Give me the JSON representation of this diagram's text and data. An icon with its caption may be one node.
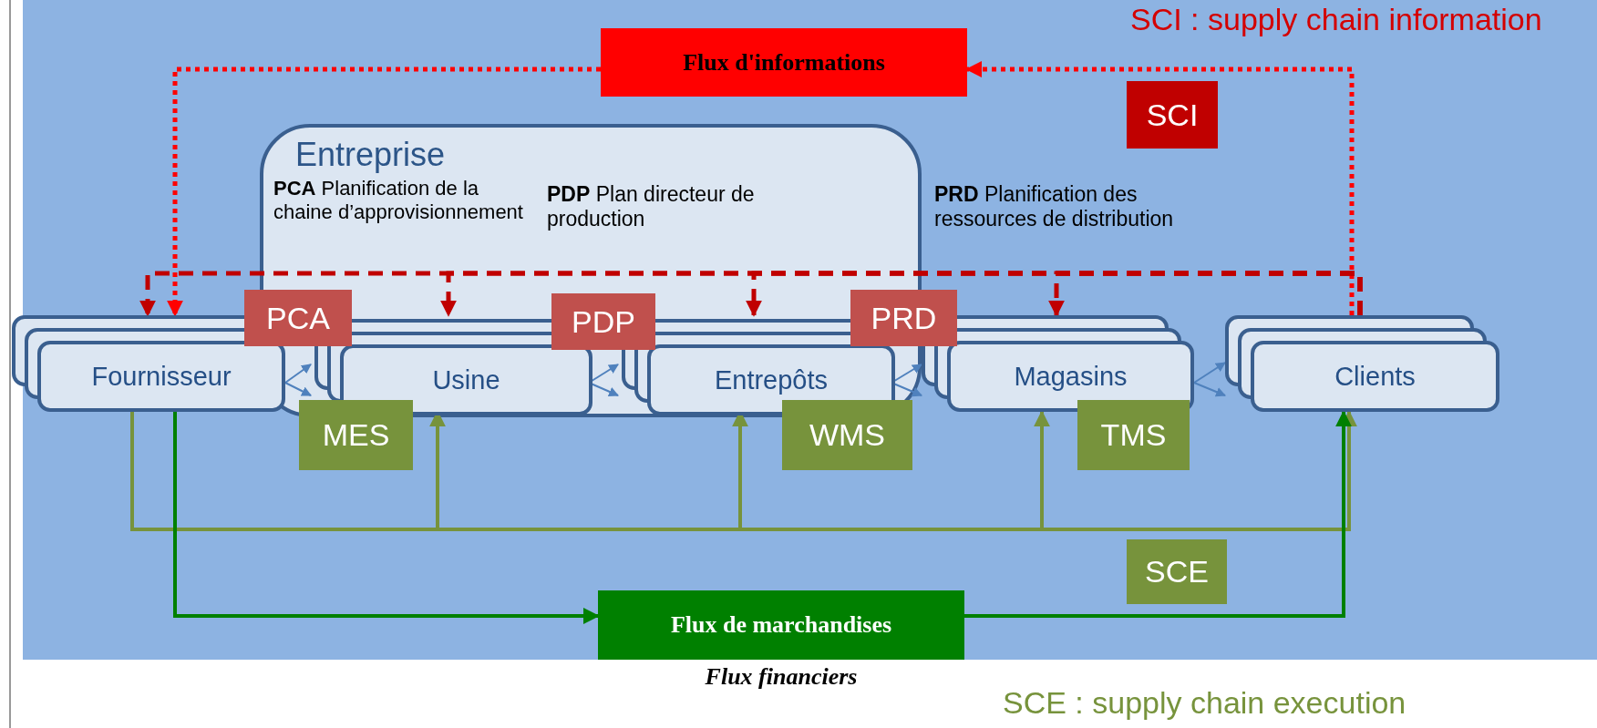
{
  "diagram": {
    "nodes": [
      {
        "text": [
          "Flux d'informations"
        ]
      },
      {
        "text": [
          "SCI"
        ]
      },
      {
        "text": [
          "Entreprise"
        ]
      },
      {
        "text": [
          "Fournisseur"
        ]
      },
      {
        "text": [
          "Usine"
        ],
        "in": 2
      },
      {
        "text": [
          "Entrepôts"
        ],
        "in": 2
      },
      {
        "text": [
          "Magasins"
        ]
      },
      {
        "text": [
          "Clients"
        ]
      },
      {
        "text": [
          "PCA"
        ]
      },
      {
        "text": [
          "PDP"
        ],
        "in": 2
      },
      {
        "text": [
          "PRD"
        ]
      },
      {
        "text": [
          "MES"
        ]
      },
      {
        "text": [
          "WMS"
        ]
      },
      {
        "text": [
          "TMS"
        ]
      },
      {
        "text": [
          "SCE"
        ]
      },
      {
        "text": [
          "Flux de marchandises"
        ],
        "beside": [
          "Flux financiers"
        ]
      }
    ],
    "edges": [
      {
        "from": 7,
        "to": 0,
        "arrow": "to",
        "style": "dashed",
        "color": "#ff0000"
      },
      {
        "from": 0,
        "to": 3,
        "arrow": "to",
        "style": "dashed",
        "color": "#ff0000"
      },
      {
        "from": 7,
        "to": 3,
        "arrow": "to",
        "style": "dashed",
        "color": "#c00000"
      },
      {
        "from": 7,
        "to": 4,
        "arrow": "to",
        "style": "dashed",
        "color": "#c00000"
      },
      {
        "from": 7,
        "to": 5,
        "arrow": "to",
        "style": "dashed",
        "color": "#c00000"
      },
      {
        "from": 7,
        "to": 6,
        "arrow": "to",
        "style": "dashed",
        "color": "#c00000"
      },
      {
        "from": 3,
        "to": 4,
        "arrow": "to",
        "color": "#77933c"
      },
      {
        "from": 3,
        "to": 5,
        "arrow": "to",
        "color": "#77933c"
      },
      {
        "from": 3,
        "to": 6,
        "arrow": "to",
        "color": "#77933c"
      },
      {
        "from": 3,
        "to": 7,
        "arrow": "to",
        "color": "#77933c"
      },
      {
        "from": 3,
        "to": 15,
        "arrow": "to",
        "color": "#008000"
      },
      {
        "from": 15,
        "to": 7,
        "arrow": "to",
        "color": "#008000"
      },
      {
        "from": 3,
        "to": 4,
        "arrow": "to",
        "color": "#4f81bd"
      },
      {
        "from": 4,
        "to": 5,
        "arrow": "to",
        "color": "#4f81bd"
      },
      {
        "from": 5,
        "to": 6,
        "arrow": "to",
        "color": "#4f81bd"
      },
      {
        "from": 6,
        "to": 7,
        "arrow": "to",
        "color": "#4f81bd"
      },
      {
        "from": 3,
        "to": 4,
        "arrow": "to",
        "color": "#4f81bd"
      },
      {
        "from": 4,
        "to": 5,
        "arrow": "to",
        "color": "#4f81bd"
      },
      {
        "from": 5,
        "to": 6,
        "arrow": "to",
        "color": "#4f81bd"
      },
      {
        "from": 6,
        "to": 7,
        "arrow": "to",
        "color": "#4f81bd"
      }
    ],
    "labels": [
      "SCI : supply chain information",
      "**PCA** Planification de la chaine d’approvisionnement",
      "**PDP** Plan directeur de production",
      "**PRD** Planification des ressources de distribution",
      "SCE : supply chain execution"
    ]
  }
}
